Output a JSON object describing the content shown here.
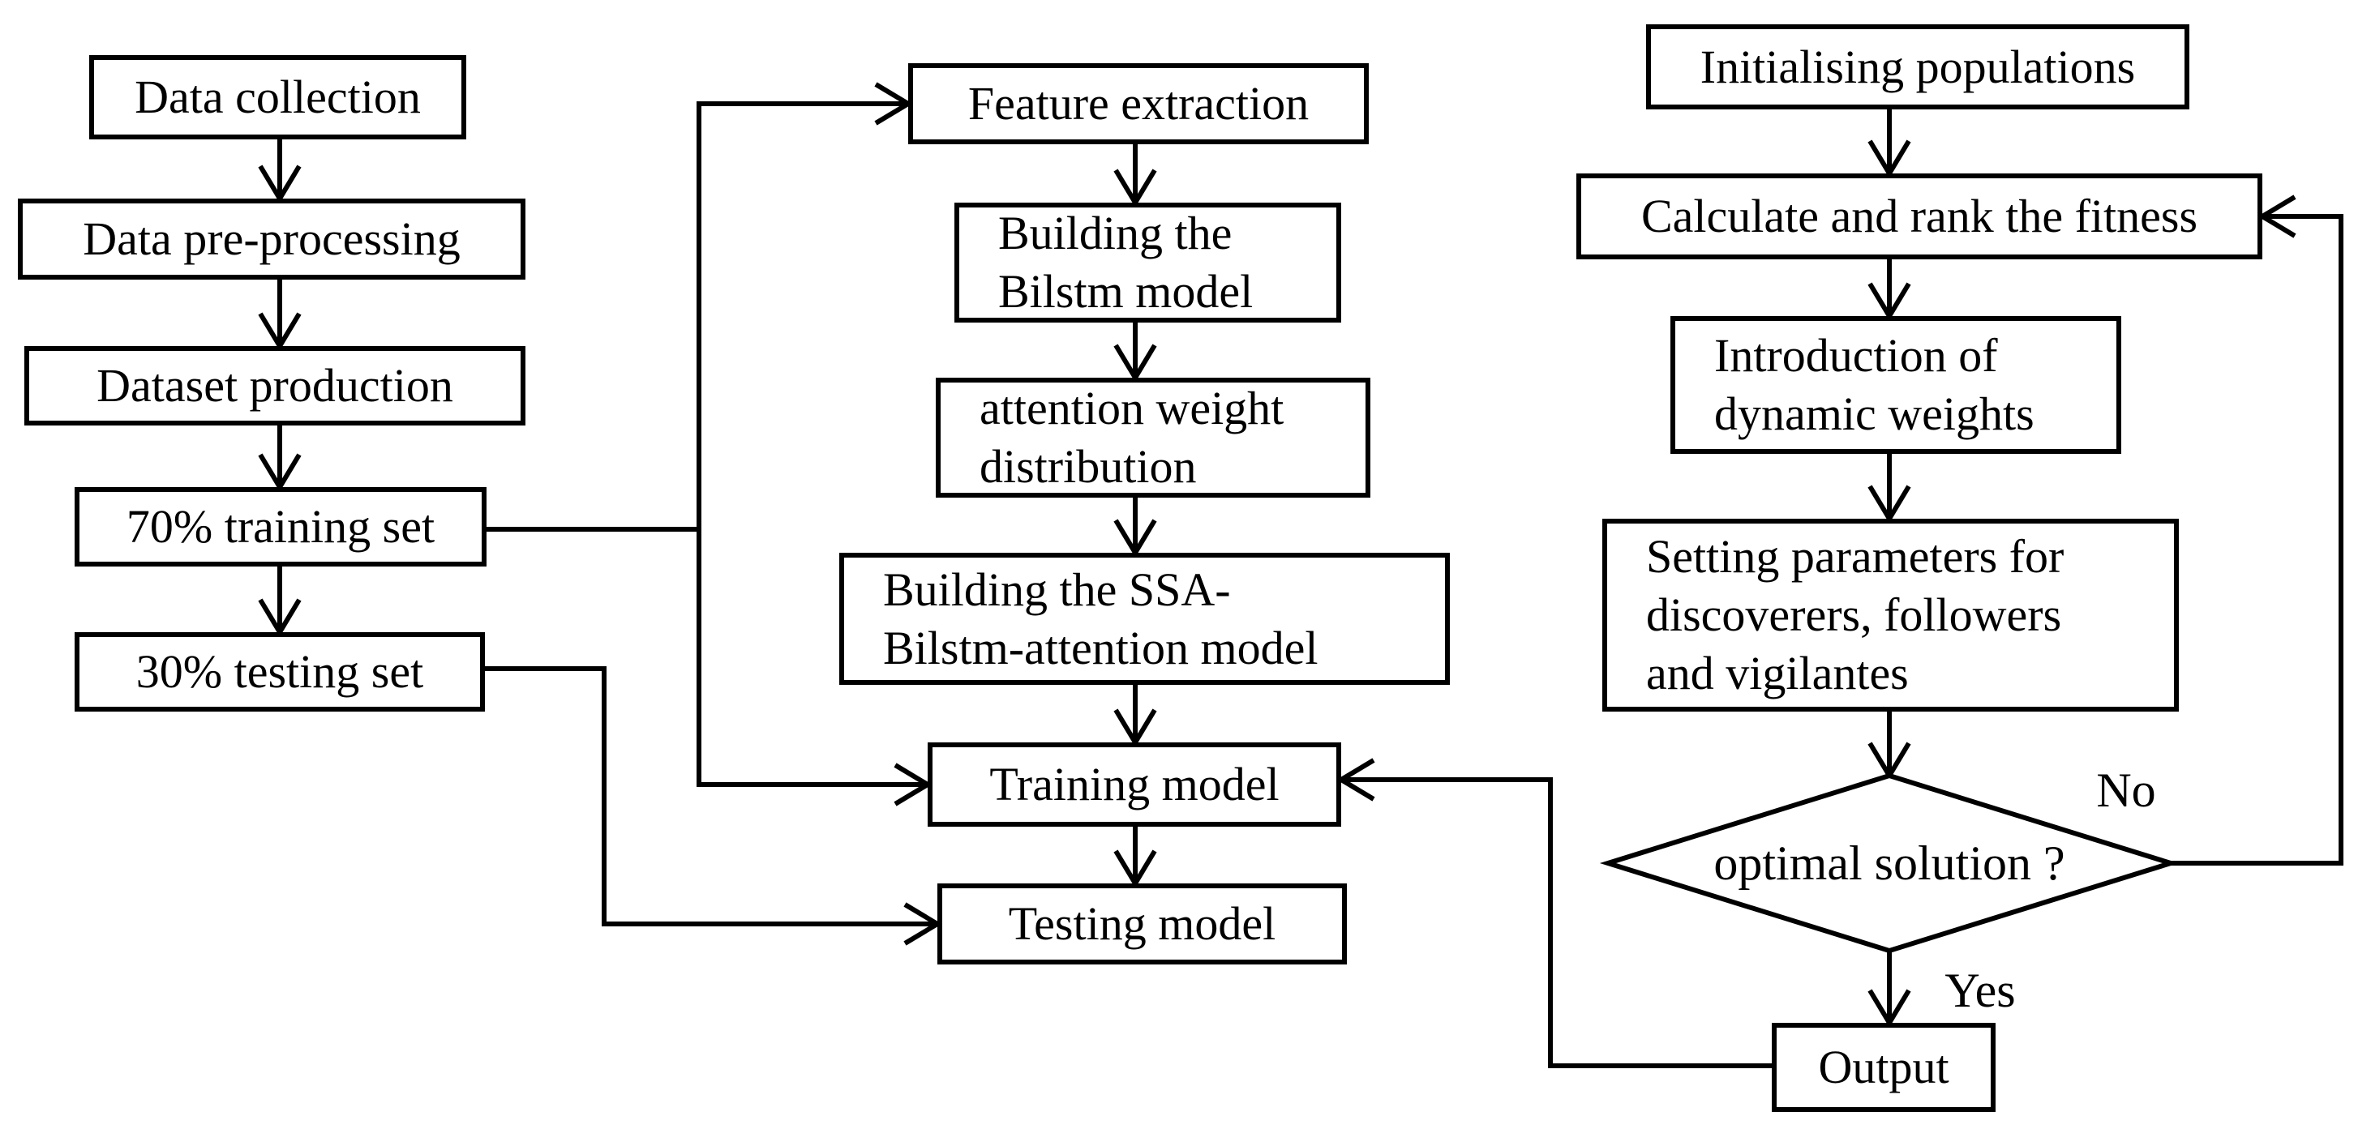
{
  "colors": {
    "background": "#ffffff",
    "line": "#000000",
    "text": "#000000",
    "node_fill": "#ffffff"
  },
  "nodes": {
    "data_collection": {
      "label": "Data collection"
    },
    "data_preprocessing": {
      "label": "Data pre-processing"
    },
    "dataset_production": {
      "label": "Dataset production"
    },
    "training_set": {
      "label": "70% training set"
    },
    "testing_set": {
      "label": "30% testing set"
    },
    "feature_extraction": {
      "label": "Feature extraction"
    },
    "building_bilstm": {
      "label": "Building the\nBilstm model"
    },
    "attention_weight": {
      "label": "attention weight\ndistribution"
    },
    "building_ssa": {
      "label": "Building the SSA-\nBilstm-attention model"
    },
    "training_model": {
      "label": "Training model"
    },
    "testing_model": {
      "label": "Testing model"
    },
    "initialising": {
      "label": "Initialising populations"
    },
    "calculate_fitness": {
      "label": "Calculate and rank the fitness"
    },
    "introduction": {
      "label": "Introduction of\ndynamic weights"
    },
    "setting_parameters": {
      "label": "Setting parameters for\ndiscoverers, followers\nand vigilantes"
    },
    "optimal_solution": {
      "label": "optimal solution ?"
    },
    "output": {
      "label": "Output"
    }
  },
  "edge_labels": {
    "no": "No",
    "yes": "Yes"
  }
}
